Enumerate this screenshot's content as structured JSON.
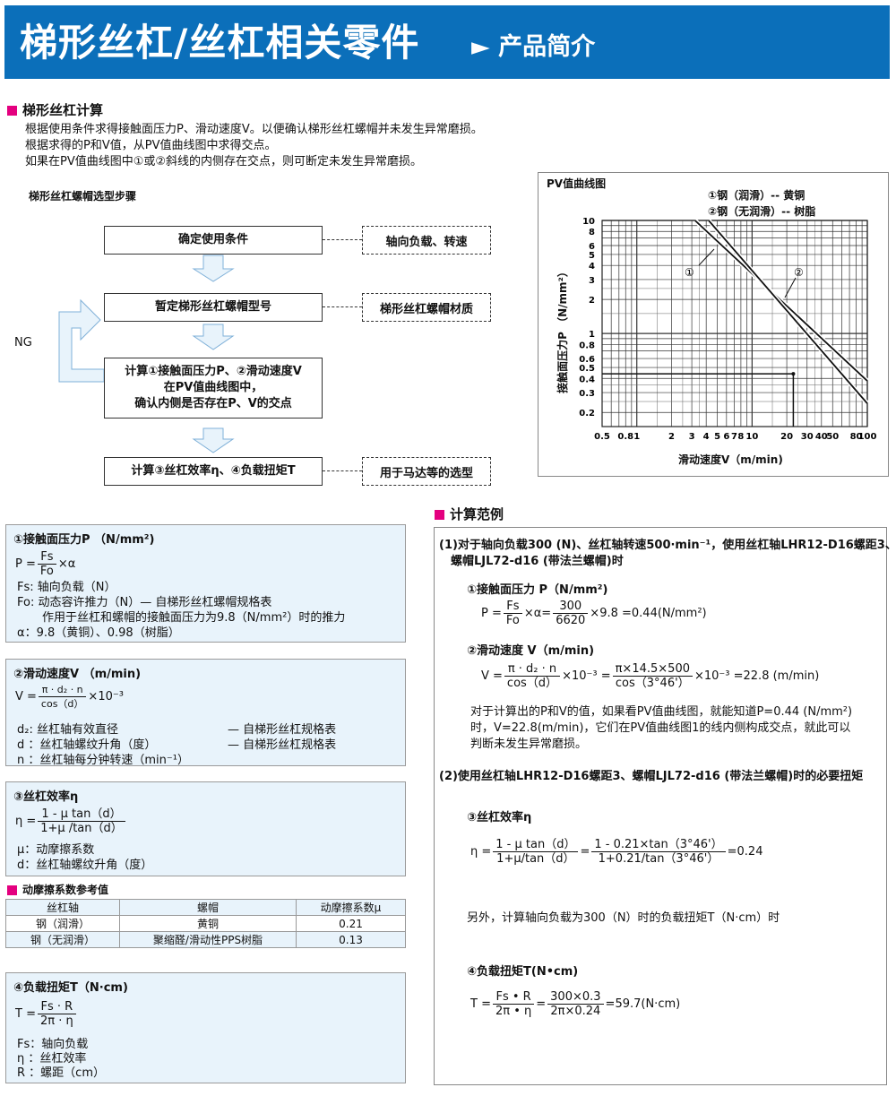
{
  "header": {
    "title": "梯形丝杠/丝杠相关零件",
    "arrow": "►",
    "subtitle": "产品简介"
  },
  "calc": {
    "heading": "梯形丝杠计算",
    "lines": [
      "根据使用条件求得接触面压力P、滑动速度V。以便确认梯形丝杠螺帽并未发生异常磨损。",
      "根据求得的P和V值，从PV值曲线图中求得交点。",
      "如果在PV值曲线图中①或②斜线的内侧存在交点，则可断定未发生异常磨损。"
    ],
    "steps_title": "梯形丝杠螺帽选型步骤"
  },
  "flow": {
    "step1": "确定使用条件",
    "note1": "轴向负载、转速",
    "step2": "暂定梯形丝杠螺帽型号",
    "note2": "梯形丝杠螺帽材质",
    "step3_l1": "计算①接触面压力P、②滑动速度V",
    "step3_l2": "在PV值曲线图中，",
    "step3_l3": "确认内侧是否存在P、V的交点",
    "step4": "计算③丝杠效率η、④负载扭矩T",
    "note4": "用于马达等的选型",
    "ng": "NG"
  },
  "pv": {
    "title": "PV值曲线图",
    "legend1": "①钢（润滑）-- 黄铜",
    "legend2": "②钢（无润滑）-- 树脂",
    "ylabel": "接触面压力P （N/mm²）",
    "xlabel": "滑动速度V（m/min)",
    "yticks": [
      "10",
      "8",
      "6",
      "5",
      "4",
      "3",
      "2",
      "1",
      "0.8",
      "0.6",
      "0.5",
      "0.4",
      "0.3",
      "0.2"
    ],
    "xticks": [
      "0.5",
      "0.8",
      "1",
      "2",
      "3",
      "4",
      "5",
      "6",
      "7",
      "8",
      "10",
      "20",
      "30",
      "40",
      "50",
      "80",
      "100"
    ],
    "line_label1": "①",
    "line_label2": "②"
  },
  "chart_data": {
    "type": "line",
    "title": "PV值曲线图",
    "xlabel": "滑动速度V（m/min)",
    "ylabel": "接触面压力P （N/mm²）",
    "xscale": "log",
    "yscale": "log",
    "xlim": [
      0.5,
      100
    ],
    "ylim": [
      0.15,
      10
    ],
    "grid": true,
    "series": [
      {
        "name": "①钢（润滑）-- 黄铜",
        "x": [
          3.2,
          100
        ],
        "y": [
          10,
          0.38
        ]
      },
      {
        "name": "②钢（无润滑）-- 树脂",
        "x": [
          4.2,
          100
        ],
        "y": [
          10,
          0.24
        ]
      }
    ],
    "marker": {
      "x": 22.8,
      "y": 0.44
    }
  },
  "p1": {
    "title": "①接触面压力P （N/mm²)",
    "lhs": "P =",
    "num": "Fs",
    "den": "Fo",
    "tail": "×α",
    "d1": "Fs:  轴向负载（N）",
    "d2": "Fo:  动态容许推力（N）— 自梯形丝杠螺帽规格表",
    "d3": "作用于丝杠和螺帽的接触面压力为9.8（N/mm²）时的推力",
    "d4": "α：9.8（黄铜）、0.98（树脂）"
  },
  "p2": {
    "title": "②滑动速度V （m/min)",
    "lhs": "V =",
    "num": "π · d₂ · n",
    "den": "cos（d）",
    "tail": "×10⁻³",
    "d1a": "d₂:  丝杠轴有效直径",
    "d1b": "— 自梯形丝杠规格表",
    "d2a": "d ：丝杠轴螺纹升角（度）",
    "d2b": "— 自梯形丝杠规格表",
    "d3": "n ：丝杠轴每分钟转速（min⁻¹）"
  },
  "p3": {
    "title": "③丝杠效率η",
    "lhs": "η =",
    "num": "1 - μ tan（d）",
    "den": "1+μ /tan（d）",
    "d1": "μ：动摩擦系数",
    "d2": "d：丝杠轴螺纹升角（度）"
  },
  "friction": {
    "title": "动摩擦系数参考值",
    "headers": [
      "丝杠轴",
      "螺帽",
      "动摩擦系数μ"
    ],
    "rows": [
      [
        "钢（润滑）",
        "黄铜",
        "0.21"
      ],
      [
        "钢（无润滑）",
        "聚缩醛/滑动性PPS树脂",
        "0.13"
      ]
    ]
  },
  "p4": {
    "title": "④负载扭矩T（N·cm)",
    "lhs": "T =",
    "num": "Fs · R",
    "den": "2π · η",
    "d1": "Fs：轴向负载",
    "d2": "η ：丝杠效率",
    "d3": "R ：螺距（cm）"
  },
  "example": {
    "heading": "计算范例",
    "c1a": "(1)对于轴向负载300 (N)、丝杠轴转速500·min⁻¹，使用丝杠轴LHR12-D16螺距3、",
    "c1b": "螺帽LJL72-d16 (带法兰螺帽)时",
    "e1title": "①接触面压力 P（N/mm²)",
    "e1lhs": "P =",
    "e1num": "Fs",
    "e1den": "Fo",
    "e1mid": "×α=",
    "e1num2": "300",
    "e1den2": "6620",
    "e1res": "×9.8 =0.44(N/mm²)",
    "e2title": "②滑动速度 V（m/min)",
    "e2lhs": "V =",
    "e2num": "π · d₂ · n",
    "e2den": "cos（d）",
    "e2mid": "×10⁻³ =",
    "e2num2": "π×14.5×500",
    "e2den2": "cos（3°46'）",
    "e2res": "×10⁻³ =22.8 (m/min)",
    "e2n1": "对于计算出的P和V的值，如果看PV值曲线图，就能知道P=0.44 (N/mm²)",
    "e2n2": "时，V=22.8(m/min)，它们在PV值曲线图1的线内侧构成交点，就此可以",
    "e2n3": "判断未发生异常磨损。",
    "c2": "(2)使用丝杠轴LHR12-D16螺距3、螺帽LJL72-d16 (带法兰螺帽)时的必要扭矩",
    "e3title": "③丝杠效率η",
    "e3lhs": "η =",
    "e3num": "1 - μ tan（d）",
    "e3den": "1+μ/tan（d）",
    "e3eq": "=",
    "e3num2": "1 - 0.21×tan（3°46'）",
    "e3den2": "1+0.21/tan（3°46'）",
    "e3res": "=0.24",
    "e3note": "另外，计算轴向负载为300（N）时的负载扭矩T（N·cm）时",
    "e4title": "④负载扭矩T(N•cm)",
    "e4lhs": "T =",
    "e4num": "Fs • R",
    "e4den": "2π • η",
    "e4eq": "=",
    "e4num2": "300×0.3",
    "e4den2": "2π×0.24",
    "e4res": "=59.7(N·cm)"
  }
}
